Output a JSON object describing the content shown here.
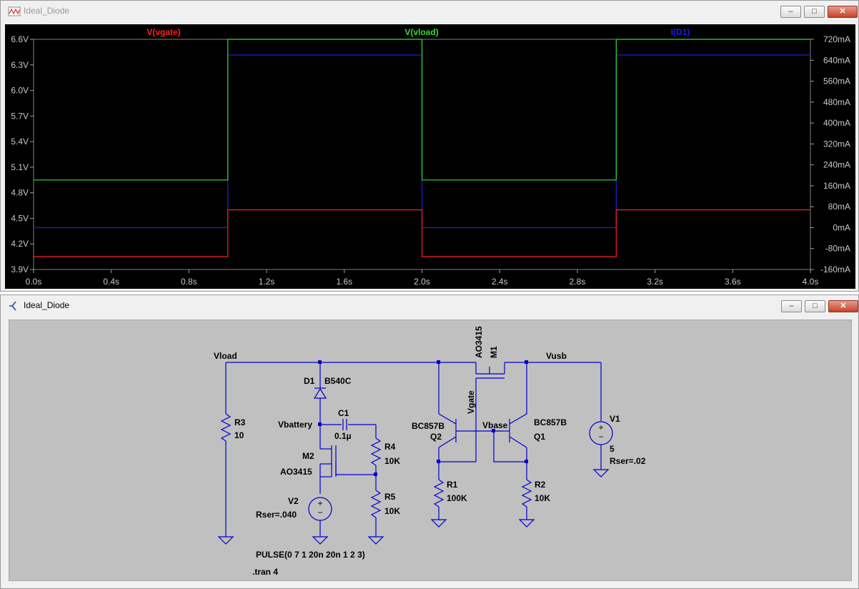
{
  "plot_window": {
    "title": "Ideal_Diode",
    "title_color": "#9a9a9a",
    "icon": "waveform-icon"
  },
  "schematic_window": {
    "title": "Ideal_Diode",
    "title_color": "#000000",
    "icon": "schematic-icon"
  },
  "window_buttons": {
    "minimize": "‒",
    "maximize": "□",
    "close": "✕"
  },
  "chart_data": {
    "type": "line",
    "background": "#000000",
    "legend": [
      {
        "label": "V(vgate)",
        "color": "#ff2020"
      },
      {
        "label": "V(vload)",
        "color": "#33dd33"
      },
      {
        "label": "I(D1)",
        "color": "#1f1fdd"
      }
    ],
    "x_ticks": [
      "0.0s",
      "0.4s",
      "0.8s",
      "1.2s",
      "1.6s",
      "2.0s",
      "2.4s",
      "2.8s",
      "3.2s",
      "3.6s",
      "4.0s"
    ],
    "y_left_ticks": [
      "6.6V",
      "6.3V",
      "6.0V",
      "5.7V",
      "5.4V",
      "5.1V",
      "4.8V",
      "4.5V",
      "4.2V",
      "3.9V"
    ],
    "y_right_ticks": [
      "720mA",
      "640mA",
      "560mA",
      "480mA",
      "400mA",
      "320mA",
      "240mA",
      "160mA",
      "80mA",
      "0mA",
      "-80mA",
      "-160mA"
    ],
    "xlim": [
      0,
      4.0
    ],
    "y_left_lim": [
      3.9,
      6.6
    ],
    "y_right_lim": [
      -160,
      720
    ],
    "series": [
      {
        "name": "V(vgate)",
        "axis": "left",
        "color": "#ff2020",
        "x": [
          0,
          1.0,
          1.0,
          2.0,
          2.0,
          3.0,
          3.0,
          4.0
        ],
        "y": [
          4.05,
          4.05,
          4.6,
          4.6,
          4.05,
          4.05,
          4.6,
          4.6
        ]
      },
      {
        "name": "V(vload)",
        "axis": "left",
        "color": "#33dd33",
        "x": [
          0,
          1.0,
          1.0,
          2.0,
          2.0,
          2.0,
          3.0,
          3.0,
          4.0
        ],
        "y": [
          4.95,
          4.95,
          6.6,
          6.6,
          6.35,
          4.95,
          4.95,
          6.6,
          6.6
        ]
      },
      {
        "name": "I(D1)",
        "axis": "right",
        "color": "#1f1fdd",
        "x": [
          0,
          1.0,
          1.0,
          2.0,
          2.0,
          3.0,
          3.0,
          4.0
        ],
        "y": [
          0,
          0,
          660,
          660,
          0,
          0,
          660,
          660
        ]
      }
    ]
  },
  "schematic": {
    "wire_color": "#0000cc",
    "labels": {
      "vload": "Vload",
      "vusb": "Vusb",
      "vbattery": "Vbattery",
      "vgate": "Vgate",
      "vbase": "Vbase",
      "d1_ref": "D1",
      "d1_val": "B540C",
      "c1_ref": "C1",
      "c1_val": "0.1µ",
      "r3_ref": "R3",
      "r3_val": "10",
      "r4_ref": "R4",
      "r4_val": "10K",
      "r5_ref": "R5",
      "r5_val": "10K",
      "r1_ref": "R1",
      "r1_val": "100K",
      "r2_ref": "R2",
      "r2_val": "10K",
      "m2_ref": "M2",
      "m2_val": "AO3415",
      "m1_ref": "M1",
      "m1_val": "AO3415",
      "q2_val": "BC857B",
      "q2_ref": "Q2",
      "q1_val": "BC857B",
      "q1_ref": "Q1",
      "v1_ref": "V1",
      "v1_val": "5",
      "v1_rser": "Rser=.02",
      "v2_ref": "V2",
      "v2_rser": "Rser=.040",
      "pulse": "PULSE(0 7 1 20n 20n 1 2 3)",
      "tran": ".tran 4"
    }
  }
}
